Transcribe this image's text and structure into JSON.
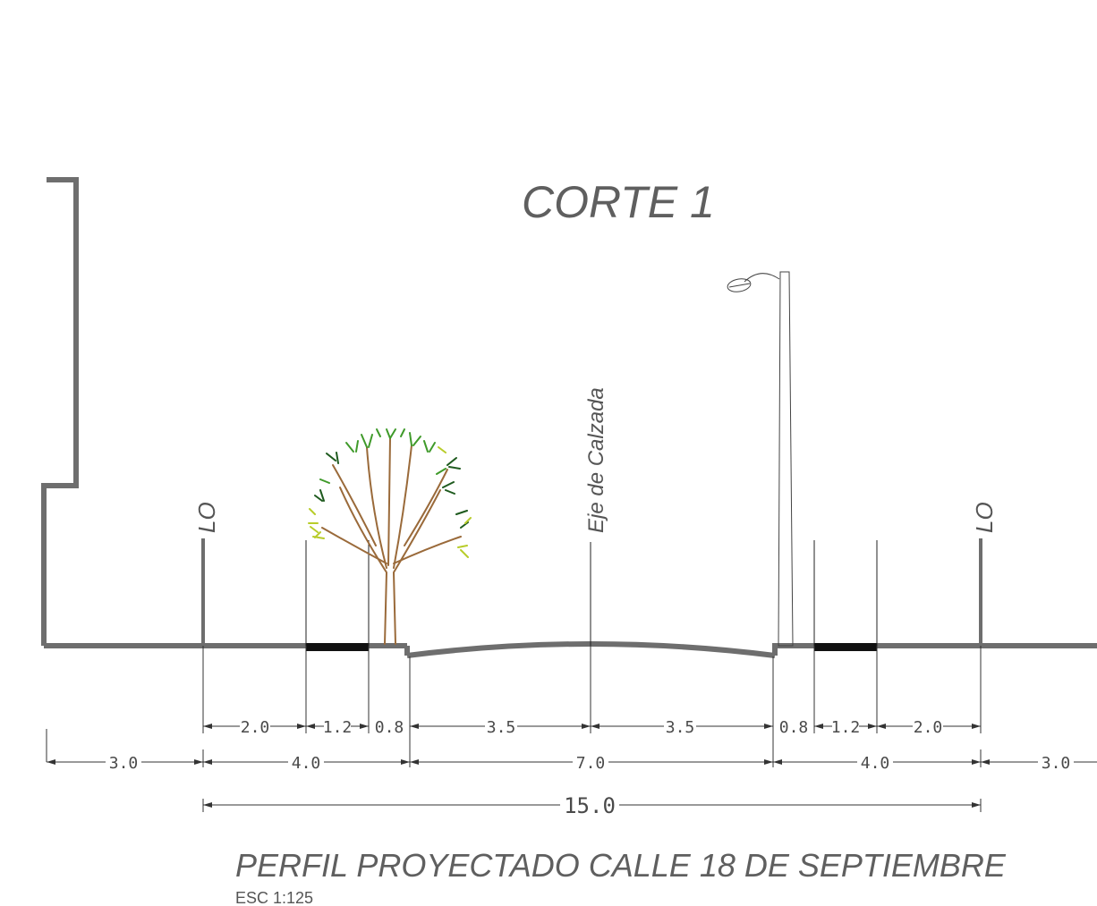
{
  "title": "CORTE 1",
  "subtitle": "PERFIL PROYECTADO CALLE 18 DE SEPTIEMBRE",
  "scale": "ESC 1:125",
  "labels": {
    "line_left": "LO",
    "line_right": "LO",
    "axis": "Eje de Calzada"
  },
  "dimensions": {
    "row1": [
      "2.0",
      "1.2",
      "0.8",
      "3.5",
      "3.5",
      "0.8",
      "1.2",
      "2.0"
    ],
    "row2": [
      "3.0",
      "4.0",
      "7.0",
      "4.0",
      "3.0"
    ],
    "row3": [
      "15.0"
    ]
  },
  "colors": {
    "ground": "#6e6e6e",
    "dim_line": "#333333",
    "trunk": "#9a6a3a",
    "leaf_dark": "#1e5a1e",
    "leaf_mid": "#3f9a2a",
    "leaf_light": "#b8cc2a"
  }
}
